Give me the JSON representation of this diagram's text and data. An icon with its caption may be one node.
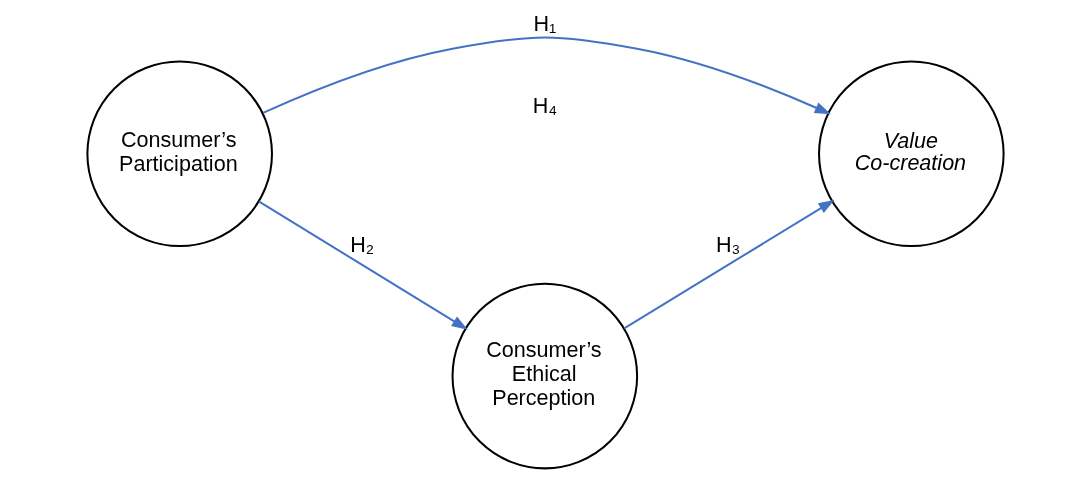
{
  "diagram": {
    "nodes": [
      {
        "text": [
          "Consumer’s Participation"
        ]
      },
      {
        "text": [
          "Value Co-creation"
        ]
      },
      {
        "text": [
          "Consumer’s Ethical Perception"
        ]
      }
    ],
    "edges": [
      {
        "from": 0,
        "to": 1,
        "arrow": "to",
        "label": "H₁"
      },
      {
        "from": 0,
        "to": 2,
        "arrow": "to",
        "label": "H₂"
      },
      {
        "from": 2,
        "to": 1,
        "arrow": "to",
        "label": "H₃"
      }
    ],
    "labels": [
      "H₄"
    ]
  }
}
